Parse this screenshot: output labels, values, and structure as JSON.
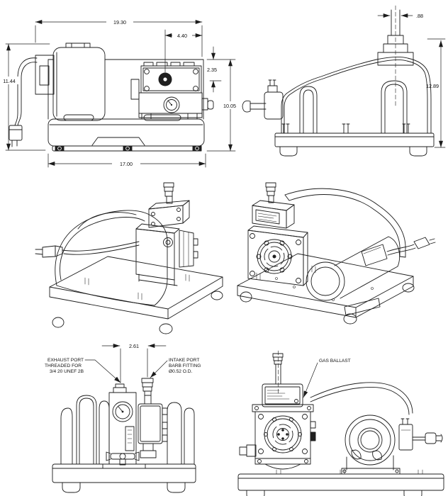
{
  "drawing": {
    "background": "#ffffff",
    "line_color": "#1c1c1c"
  },
  "views": {
    "top": {
      "dims": {
        "overall_length": "19.30",
        "port_offset": "4.40",
        "deck_to_port": "2.35",
        "overall_width": "11.44",
        "deck_width": "10.05",
        "base_length": "17.00"
      }
    },
    "side": {
      "dims": {
        "fitting_offset": ".88",
        "overall_height": "12.89"
      }
    },
    "end": {
      "dims": {
        "port_spacing": "2.61"
      },
      "exhaust_label": [
        "EXHAUST PORT",
        "THREADED FOR",
        "3/4 20 UNEF 2B"
      ],
      "intake_label": [
        "INTAKE PORT",
        "BARB FITTING",
        "Ø0.52 O.D."
      ]
    },
    "front": {
      "gas_ballast_label": "GAS BALLAST"
    }
  }
}
